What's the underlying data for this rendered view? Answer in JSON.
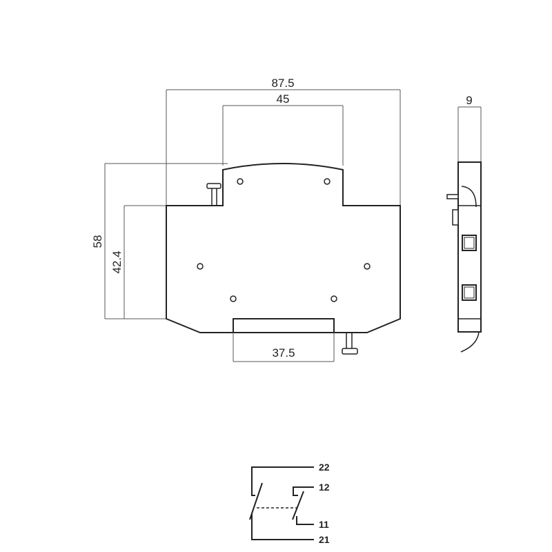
{
  "dimensions": {
    "overall_width": "87.5",
    "top_width": "45",
    "total_height": "58",
    "body_height": "42.4",
    "bottom_width": "37.5",
    "side_depth": "9"
  },
  "terminals": {
    "t22": "22",
    "t12": "12",
    "t11": "11",
    "t21": "21"
  }
}
